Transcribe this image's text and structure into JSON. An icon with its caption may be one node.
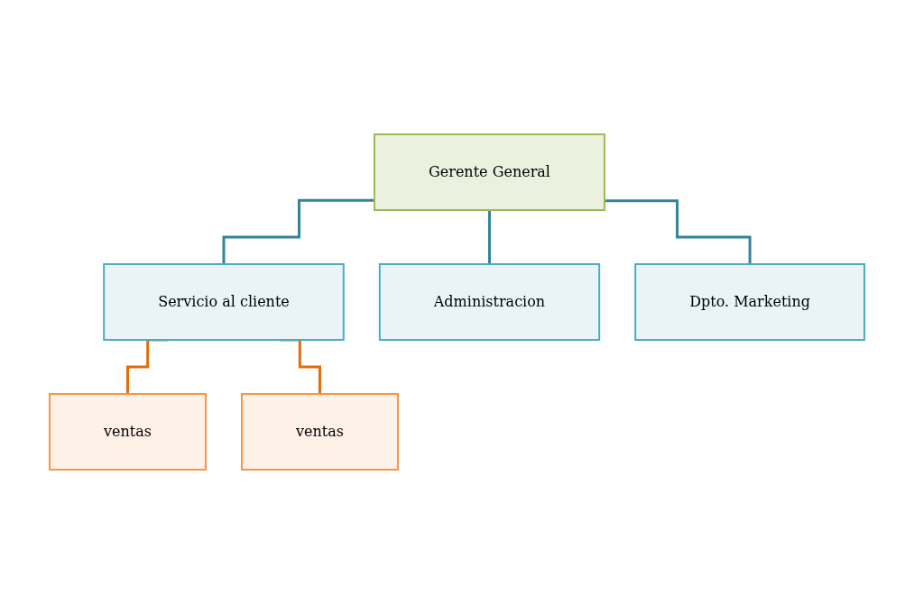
{
  "diagram": {
    "nodes": [
      {
        "text": [
          "Gerente General"
        ]
      },
      {
        "text": [
          "Servicio al cliente"
        ]
      },
      {
        "text": [
          "Administracion"
        ]
      },
      {
        "text": [
          "Dpto. Marketing"
        ]
      },
      {
        "text": [
          "ventas"
        ]
      },
      {
        "text": [
          "ventas"
        ]
      }
    ],
    "edges": [
      {
        "from": 0,
        "to": 1,
        "arrow": "none"
      },
      {
        "from": 0,
        "to": 2,
        "arrow": "none"
      },
      {
        "from": 0,
        "to": 3,
        "arrow": "none"
      },
      {
        "from": 1,
        "to": 4,
        "arrow": "none",
        "color": "#e46c0a"
      },
      {
        "from": 1,
        "to": 5,
        "arrow": "none",
        "color": "#e46c0a"
      }
    ]
  }
}
